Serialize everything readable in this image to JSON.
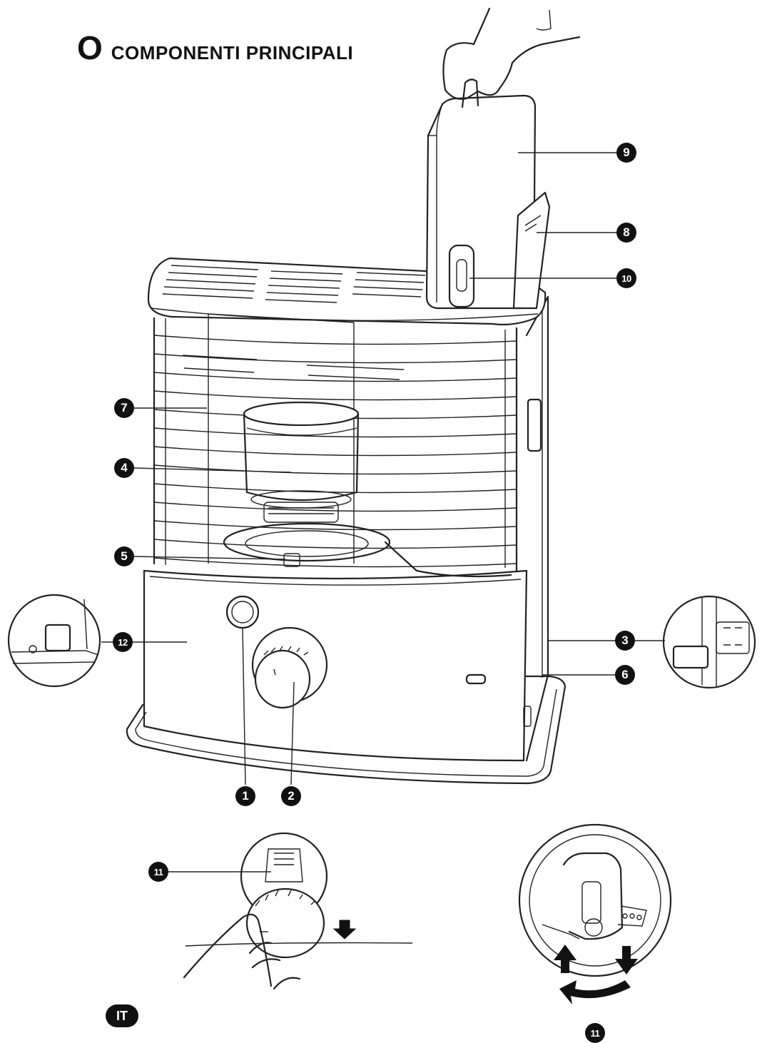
{
  "title": {
    "letter": "O",
    "text": "COMPONENTI PRINCIPALI"
  },
  "callouts": [
    {
      "id": "c1",
      "label": "1"
    },
    {
      "id": "c2",
      "label": "2"
    },
    {
      "id": "c3",
      "label": "3"
    },
    {
      "id": "c4",
      "label": "4"
    },
    {
      "id": "c5",
      "label": "5"
    },
    {
      "id": "c6",
      "label": "6"
    },
    {
      "id": "c7",
      "label": "7"
    },
    {
      "id": "c8",
      "label": "8"
    },
    {
      "id": "c9",
      "label": "9"
    },
    {
      "id": "c10",
      "label": "10"
    },
    {
      "id": "c11a",
      "label": "11"
    },
    {
      "id": "c11b",
      "label": "11"
    },
    {
      "id": "c12",
      "label": "12"
    }
  ],
  "language_badge": "IT",
  "colors": {
    "ink": "#111111",
    "paper": "#ffffff"
  }
}
